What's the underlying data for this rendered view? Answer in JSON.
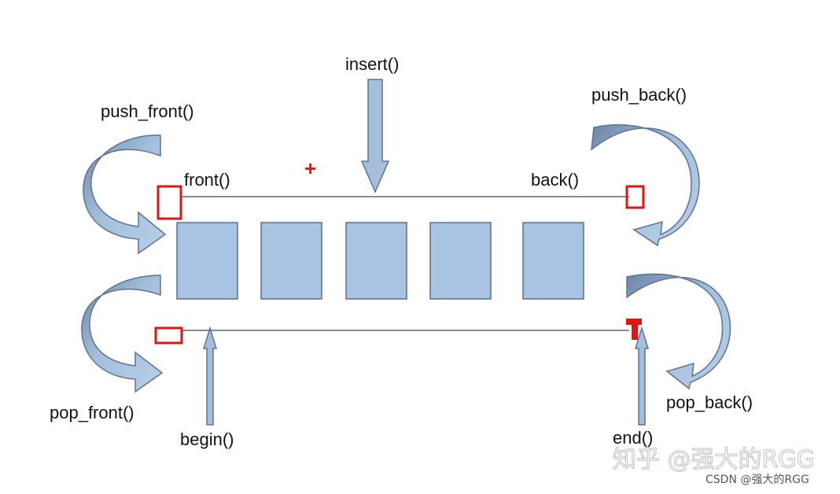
{
  "labels": {
    "insert": "insert()",
    "push_front": "push_front()",
    "push_back": "push_back()",
    "front": "front()",
    "back": "back()",
    "pop_front": "pop_front()",
    "pop_back": "pop_back()",
    "begin": "begin()",
    "end": "end()",
    "plus": "+"
  },
  "watermark": {
    "zhihu": "知乎 @强大的RGG",
    "csdn": "CSDN @强大的RGG"
  },
  "colors": {
    "element_fill": "#a9c4e2",
    "element_stroke": "#5a6f8a",
    "arrow_fill": "#a4bfdc",
    "arrow_dark": "#5d7392",
    "marker_red": "#e01414",
    "line": "#8a8a8a"
  },
  "elements": {
    "count": 5
  }
}
